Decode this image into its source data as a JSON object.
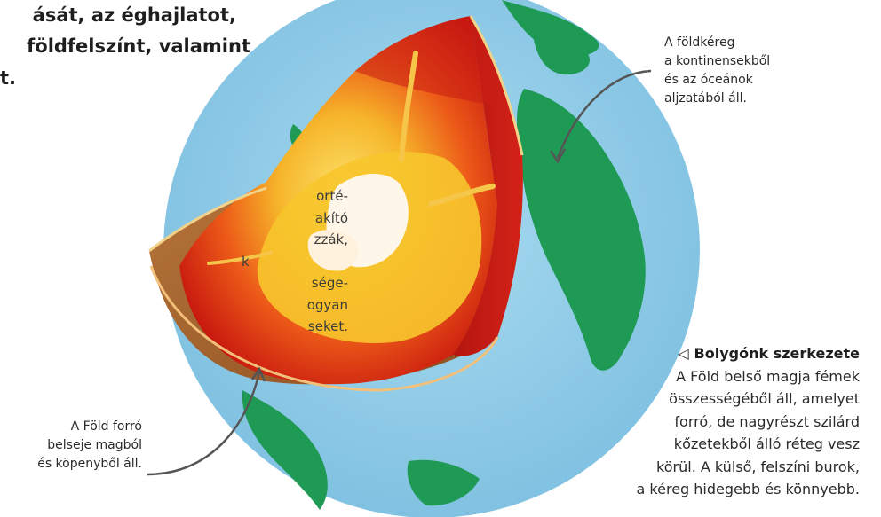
{
  "heading": {
    "lines": [
      "ását, az éghajlatot,",
      "földfelszínt, valamint",
      "t."
    ]
  },
  "side_text": {
    "lines": [
      "orté-",
      "akító",
      "zzák,",
      "k",
      "sége-",
      "ogyan",
      "seket."
    ]
  },
  "captions": {
    "crust": [
      "A földkéreg",
      "a kontinensekből",
      "és az óceánok",
      "aljzatából áll."
    ],
    "core": [
      "A Föld forró",
      "belseje magból",
      "és köpenyből áll."
    ]
  },
  "structure": {
    "title_symbol": "◁",
    "title": "Bolygónk szerkezete",
    "lines": [
      "A Föld belső magja fémek",
      "összességéből áll, amelyet",
      "forró, de nagyrészt szilárd",
      "kőzetekből álló réteg vesz",
      "körül. A külső, felszíni burok,",
      "a kéreg hidegebb és könnyebb."
    ]
  },
  "colors": {
    "ocean": "#8fcbe6",
    "land": "#1f9a55",
    "mantle_red": "#d01e15",
    "mantle_orange": "#f39a1f",
    "core_yellow": "#f7c728",
    "inner_core": "#fff6e8",
    "crust_brown": "#a3642d"
  }
}
